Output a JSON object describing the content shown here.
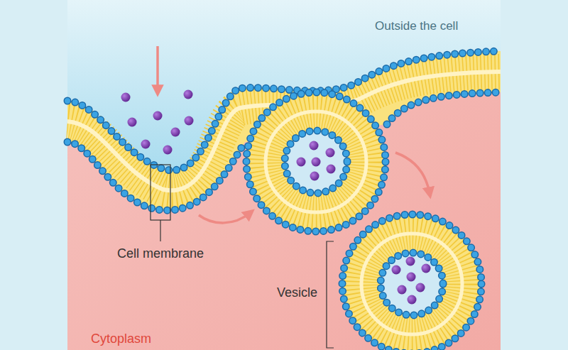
{
  "diagram": {
    "labels": [
      "Outside the cell",
      "Cell membrane",
      "Vesicle",
      "Cytoplasm"
    ]
  }
}
